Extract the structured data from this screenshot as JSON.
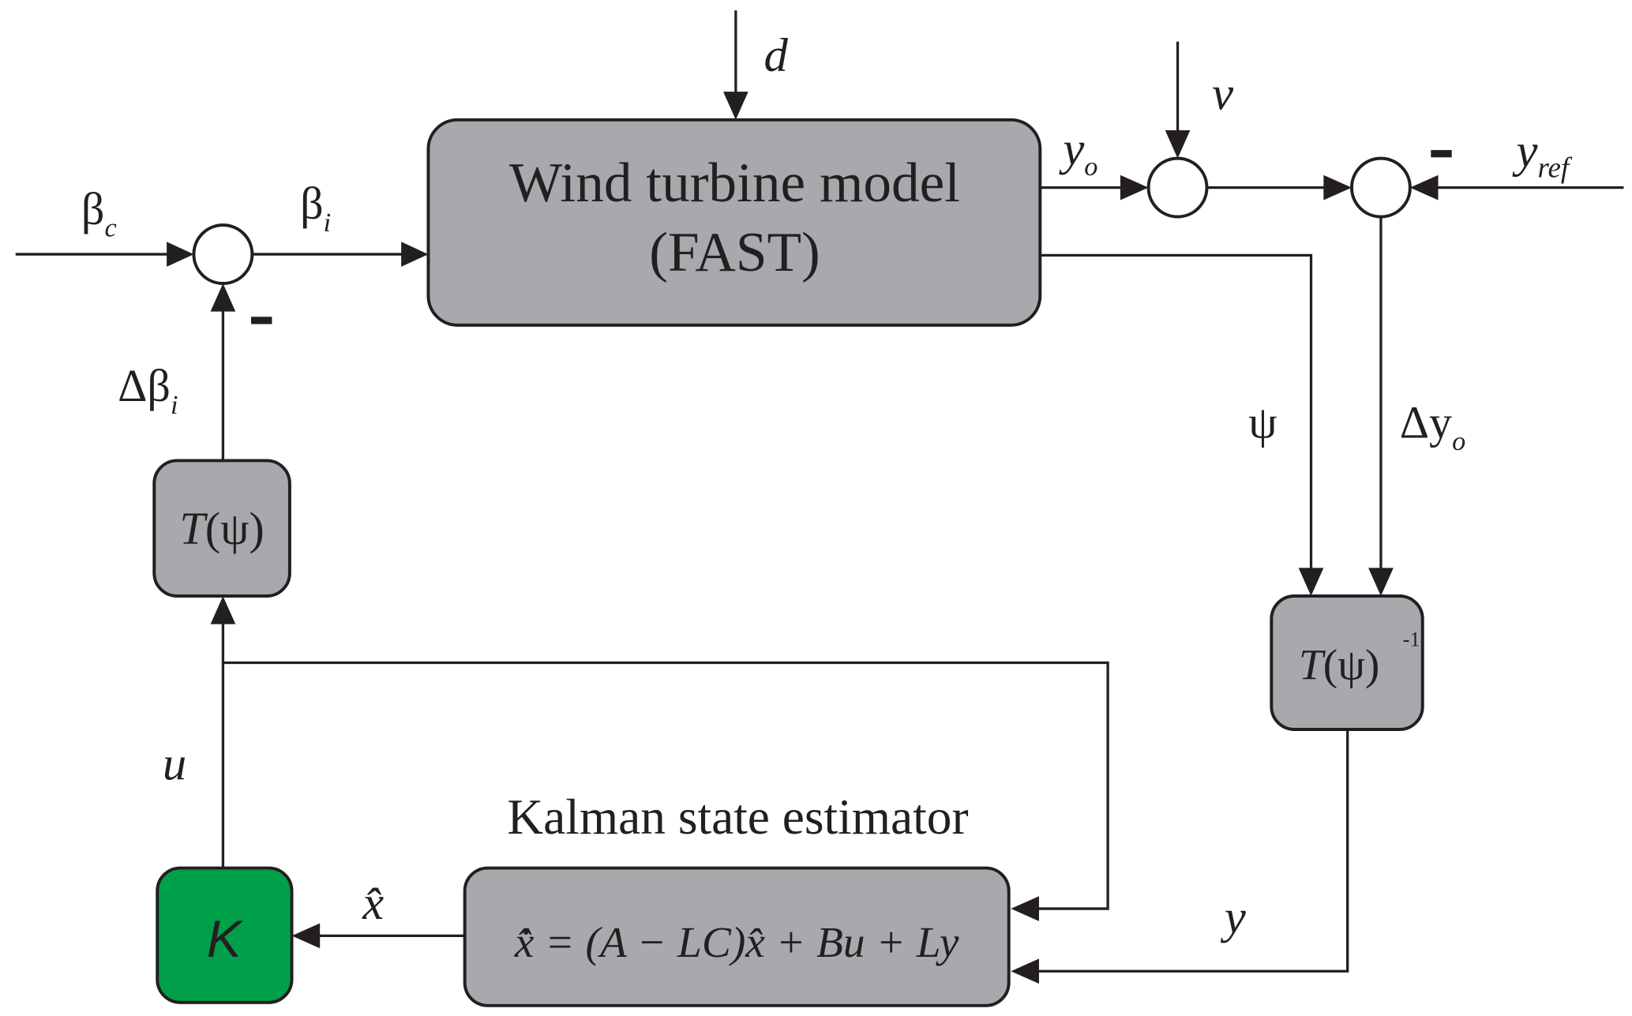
{
  "plant": {
    "title_line1": "Wind turbine model",
    "title_line2": "(FAST)"
  },
  "signals": {
    "beta_c": "β",
    "beta_c_sub": "c",
    "beta_i": "β",
    "beta_i_sub": "i",
    "delta_beta_i": "Δβ",
    "delta_beta_i_sub": "i",
    "d": "d",
    "v": "v",
    "y_o": "y",
    "y_o_sub": "o",
    "y_ref": "y",
    "y_ref_sub": "ref",
    "psi": "ψ",
    "delta_y_o": "Δy",
    "delta_y_o_sub": "o",
    "y": "y",
    "u": "u",
    "x_hat": "x̂"
  },
  "signs": {
    "minus_sum1": "-",
    "minus_sum3": "-"
  },
  "blocks": {
    "t_psi": {
      "T": "T",
      "psi": "(ψ)"
    },
    "t_psi_inv": {
      "T": "T",
      "psi": "(ψ)",
      "exp": "-1"
    },
    "k": {
      "label": "K",
      "color": "#00a04b"
    },
    "kalman": {
      "title": "Kalman state estimator",
      "equation": "x̂̇ = (A − LC)x̂ + Bu + Ly"
    }
  }
}
